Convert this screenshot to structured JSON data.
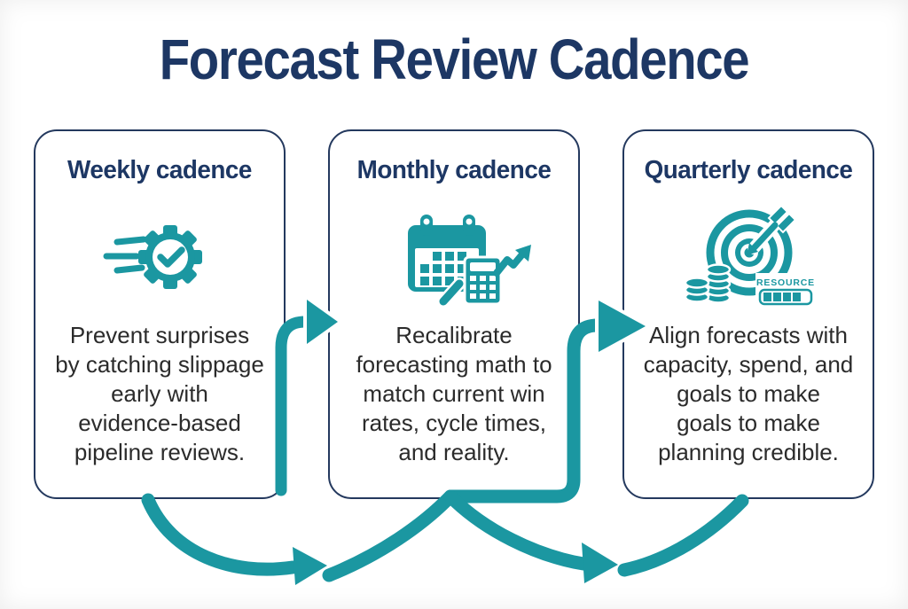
{
  "title": "Forecast Review Cadence",
  "colors": {
    "accent_teal": "#1b97a1",
    "heading_navy": "#1d3764",
    "card_border_navy": "#24395e",
    "body_text": "#2b2b2b",
    "background": "#ffffff"
  },
  "cards": [
    {
      "heading": "Weekly cadence",
      "icon": "speed-gear-check-icon",
      "description": "Prevent surprises by catching slippage early with evidence-based pipeline reviews.",
      "lines": [
        "Prevent surprises",
        "by catching slippage",
        "early with",
        "evidence-based",
        "pipeline reviews."
      ]
    },
    {
      "heading": "Monthly cadence",
      "icon": "calendar-calculator-growth-icon",
      "description": "Recalibrate forecasting math to match current win rates, cycle times, and reality.",
      "lines": [
        "Recalibrate",
        "forecasting math to",
        "match current win",
        "rates, cycle times,",
        "and reality."
      ]
    },
    {
      "heading": "Quarterly cadence",
      "icon": "target-dart-coins-resource-icon",
      "icon_label": "RESOURCE",
      "description": "Align forecasts with capacity, spend, and goals to make goals to make planning credible.",
      "lines": [
        "Align forecasts with",
        "capacity, spend, and",
        "goals to make",
        "goals to make",
        "planning credible."
      ]
    }
  ]
}
